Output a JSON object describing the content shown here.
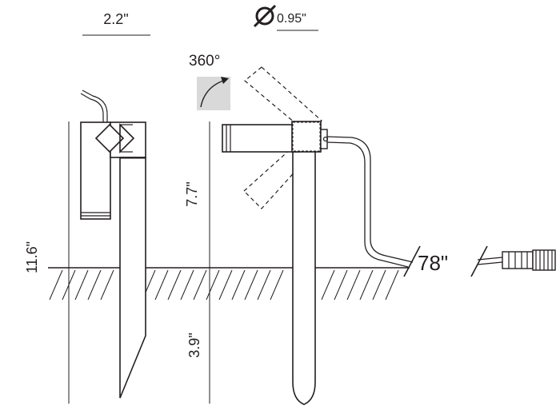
{
  "labels": {
    "width": "2.2\"",
    "diameter": "0.95\"",
    "rotation": "360°",
    "upper_height": "7.7\"",
    "total_height": "11.6\"",
    "lower_height": "3.9\"",
    "cable_length": "78\""
  },
  "icons": {
    "diameter_symbol": "diameter-symbol-icon",
    "rotation_arrow": "rotation-arrow-icon",
    "connector": "cable-connector-icon"
  },
  "colors": {
    "line": "#231f20",
    "rotation_box": "#d9d9d9",
    "background": "#ffffff"
  }
}
